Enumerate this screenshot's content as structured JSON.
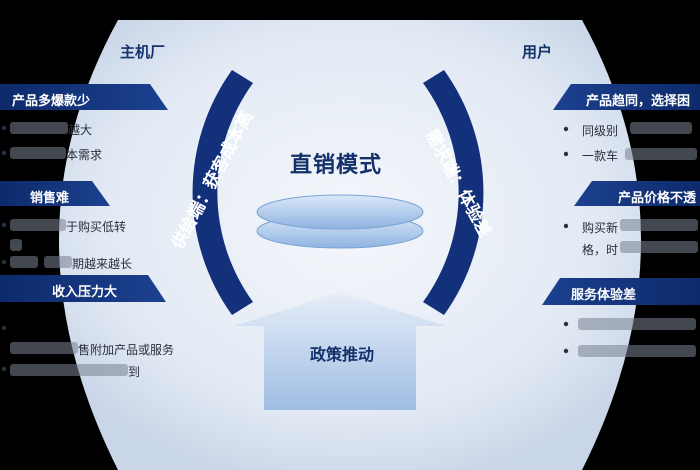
{
  "colors": {
    "navy": "#13307a",
    "bg_light": "#dfe6f1",
    "arrow": "#aec6e6",
    "disc": "#b8d3f0"
  },
  "center": {
    "title": "直销模式",
    "policy_label": "政策推动"
  },
  "left": {
    "heading": "主机厂",
    "arc_text": "供给端：获客成本高",
    "sections": [
      {
        "tag": "产品多爆款少",
        "bullets": [
          "越大",
          "本需求"
        ]
      },
      {
        "tag": "销售难",
        "bullets": [
          "于购买低转",
          "期越来越长"
        ]
      },
      {
        "tag": "收入压力大",
        "bullets": [
          "售附加产品或服务",
          "到"
        ]
      }
    ]
  },
  "right": {
    "heading": "用户",
    "arc_text": "需求端：体验差",
    "sections": [
      {
        "tag": "产品趋同，选择困",
        "bullets": [
          "同级别",
          "一款车"
        ]
      },
      {
        "tag": "产品价格不透",
        "bullets": [
          "购买新",
          "格，时"
        ]
      },
      {
        "tag": "服务体验差",
        "bullets": [
          "",
          ""
        ]
      }
    ]
  }
}
